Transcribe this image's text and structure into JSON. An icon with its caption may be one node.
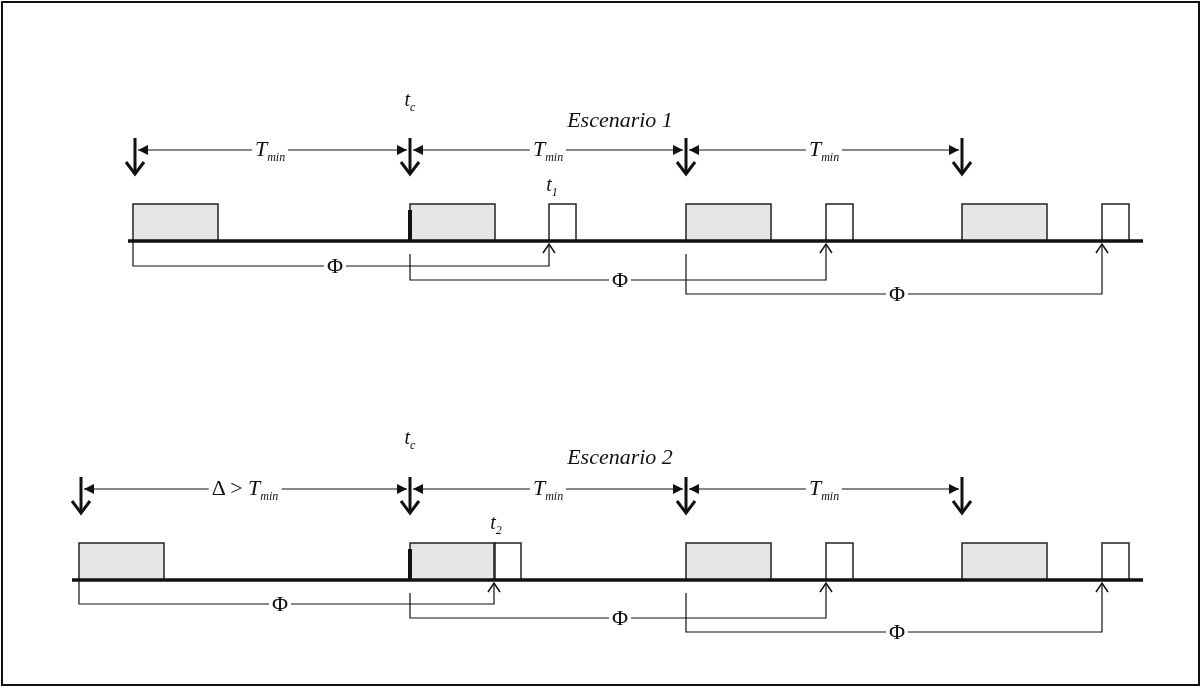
{
  "diagram": {
    "labels": [
      "Escenario 1",
      "t$_{c}$",
      "T$_{min}$",
      "T$_{min}$",
      "T$_{min}$",
      "t$_{1}$",
      "Φ",
      "Φ",
      "Φ",
      "Escenario 2",
      "t$_{c}$",
      "Δ > *T*$_{min}$",
      "T$_{min}$",
      "T$_{min}$",
      "t$_{2}$",
      "Φ",
      "Φ",
      "Φ"
    ]
  }
}
